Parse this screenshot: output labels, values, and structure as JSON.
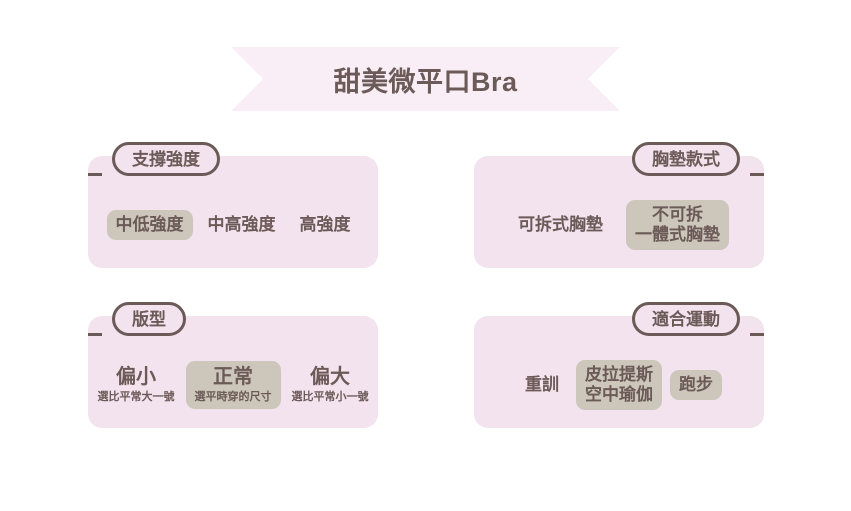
{
  "banner": {
    "title": "甜美微平口Bra"
  },
  "colors": {
    "page_background": "#ffffff",
    "banner_fill": "#f9eef6",
    "card_fill": "#f2e3ee",
    "outline": "#6b5a57",
    "text": "#6b5a57",
    "chip_selected": "#cdc7bb"
  },
  "cards": [
    {
      "id": "support-strength",
      "label": "支撐強度",
      "label_side": "left",
      "options": [
        {
          "main": "中低強度",
          "sub": "",
          "selected": true
        },
        {
          "main": "中高強度",
          "sub": "",
          "selected": false
        },
        {
          "main": "高強度",
          "sub": "",
          "selected": false
        }
      ]
    },
    {
      "id": "pad-style",
      "label": "胸墊款式",
      "label_side": "right",
      "options": [
        {
          "main": "可拆式胸墊",
          "sub": "",
          "selected": false
        },
        {
          "main": "不可拆",
          "line2": "一體式胸墊",
          "sub": "",
          "selected": true
        }
      ]
    },
    {
      "id": "fit-type",
      "label": "版型",
      "label_side": "left",
      "options": [
        {
          "main": "偏小",
          "sub": "選比平常大一號",
          "selected": false
        },
        {
          "main": "正常",
          "sub": "選平時穿的尺寸",
          "selected": true
        },
        {
          "main": "偏大",
          "sub": "選比平常小一號",
          "selected": false
        }
      ]
    },
    {
      "id": "suitable-sports",
      "label": "適合運動",
      "label_side": "right",
      "options": [
        {
          "main": "重訓",
          "sub": "",
          "selected": false
        },
        {
          "main": "皮拉提斯",
          "line2": "空中瑜伽",
          "sub": "",
          "selected": true
        },
        {
          "main": "跑步",
          "sub": "",
          "selected": true
        }
      ]
    }
  ]
}
